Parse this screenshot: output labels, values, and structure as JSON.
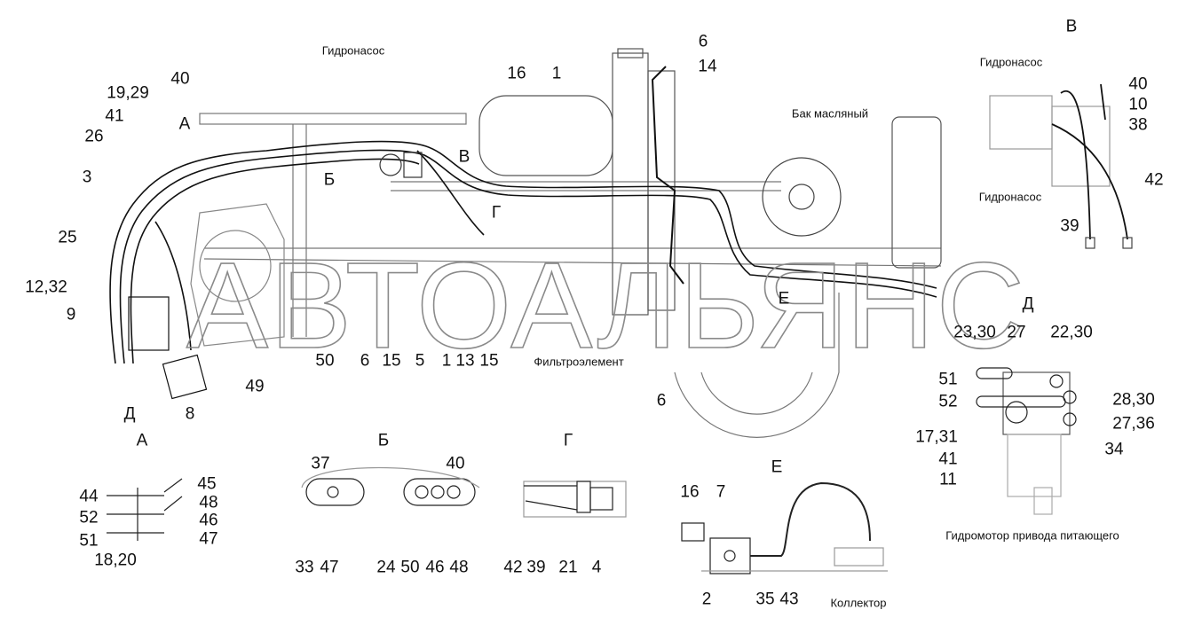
{
  "watermark": "АВТОАЛЬЯНС",
  "main_view": {
    "components": {
      "pump": "Гидронасос",
      "oil_tank": "Бак масляный",
      "filter": "Фильтроэлемент"
    },
    "section_markers": {
      "a": "А",
      "b": "Б",
      "v": "В",
      "g": "Г",
      "d": "Д",
      "e": "Е"
    },
    "callouts": [
      "16",
      "1",
      "6",
      "14",
      "40",
      "19,29",
      "41",
      "26",
      "3",
      "25",
      "12,32",
      "9",
      "50",
      "6",
      "15",
      "5",
      "1",
      "13",
      "15",
      "6",
      "49",
      "8"
    ]
  },
  "view_v": {
    "title": "В",
    "pump_label_1": "Гидронасос",
    "pump_label_2": "Гидронасос",
    "callouts": [
      "40",
      "10",
      "38",
      "42",
      "39"
    ]
  },
  "view_d": {
    "title": "Д",
    "motor_label": "Гидромотор привода питающего",
    "callouts": [
      "23,30",
      "27",
      "22,30",
      "51",
      "52",
      "28,30",
      "27,36",
      "17,31",
      "41",
      "11",
      "34"
    ]
  },
  "view_a": {
    "title": "А",
    "callouts": [
      "44",
      "45",
      "48",
      "52",
      "46",
      "51",
      "47",
      "18,20"
    ]
  },
  "view_b": {
    "title": "Б",
    "callouts": [
      "37",
      "40",
      "33",
      "47",
      "24",
      "50",
      "46",
      "48"
    ]
  },
  "view_g": {
    "title": "Г",
    "callouts": [
      "42",
      "39",
      "21",
      "4"
    ]
  },
  "view_e": {
    "title": "Е",
    "collector_label": "Коллектор",
    "callouts": [
      "16",
      "7",
      "2",
      "35",
      "43"
    ]
  }
}
